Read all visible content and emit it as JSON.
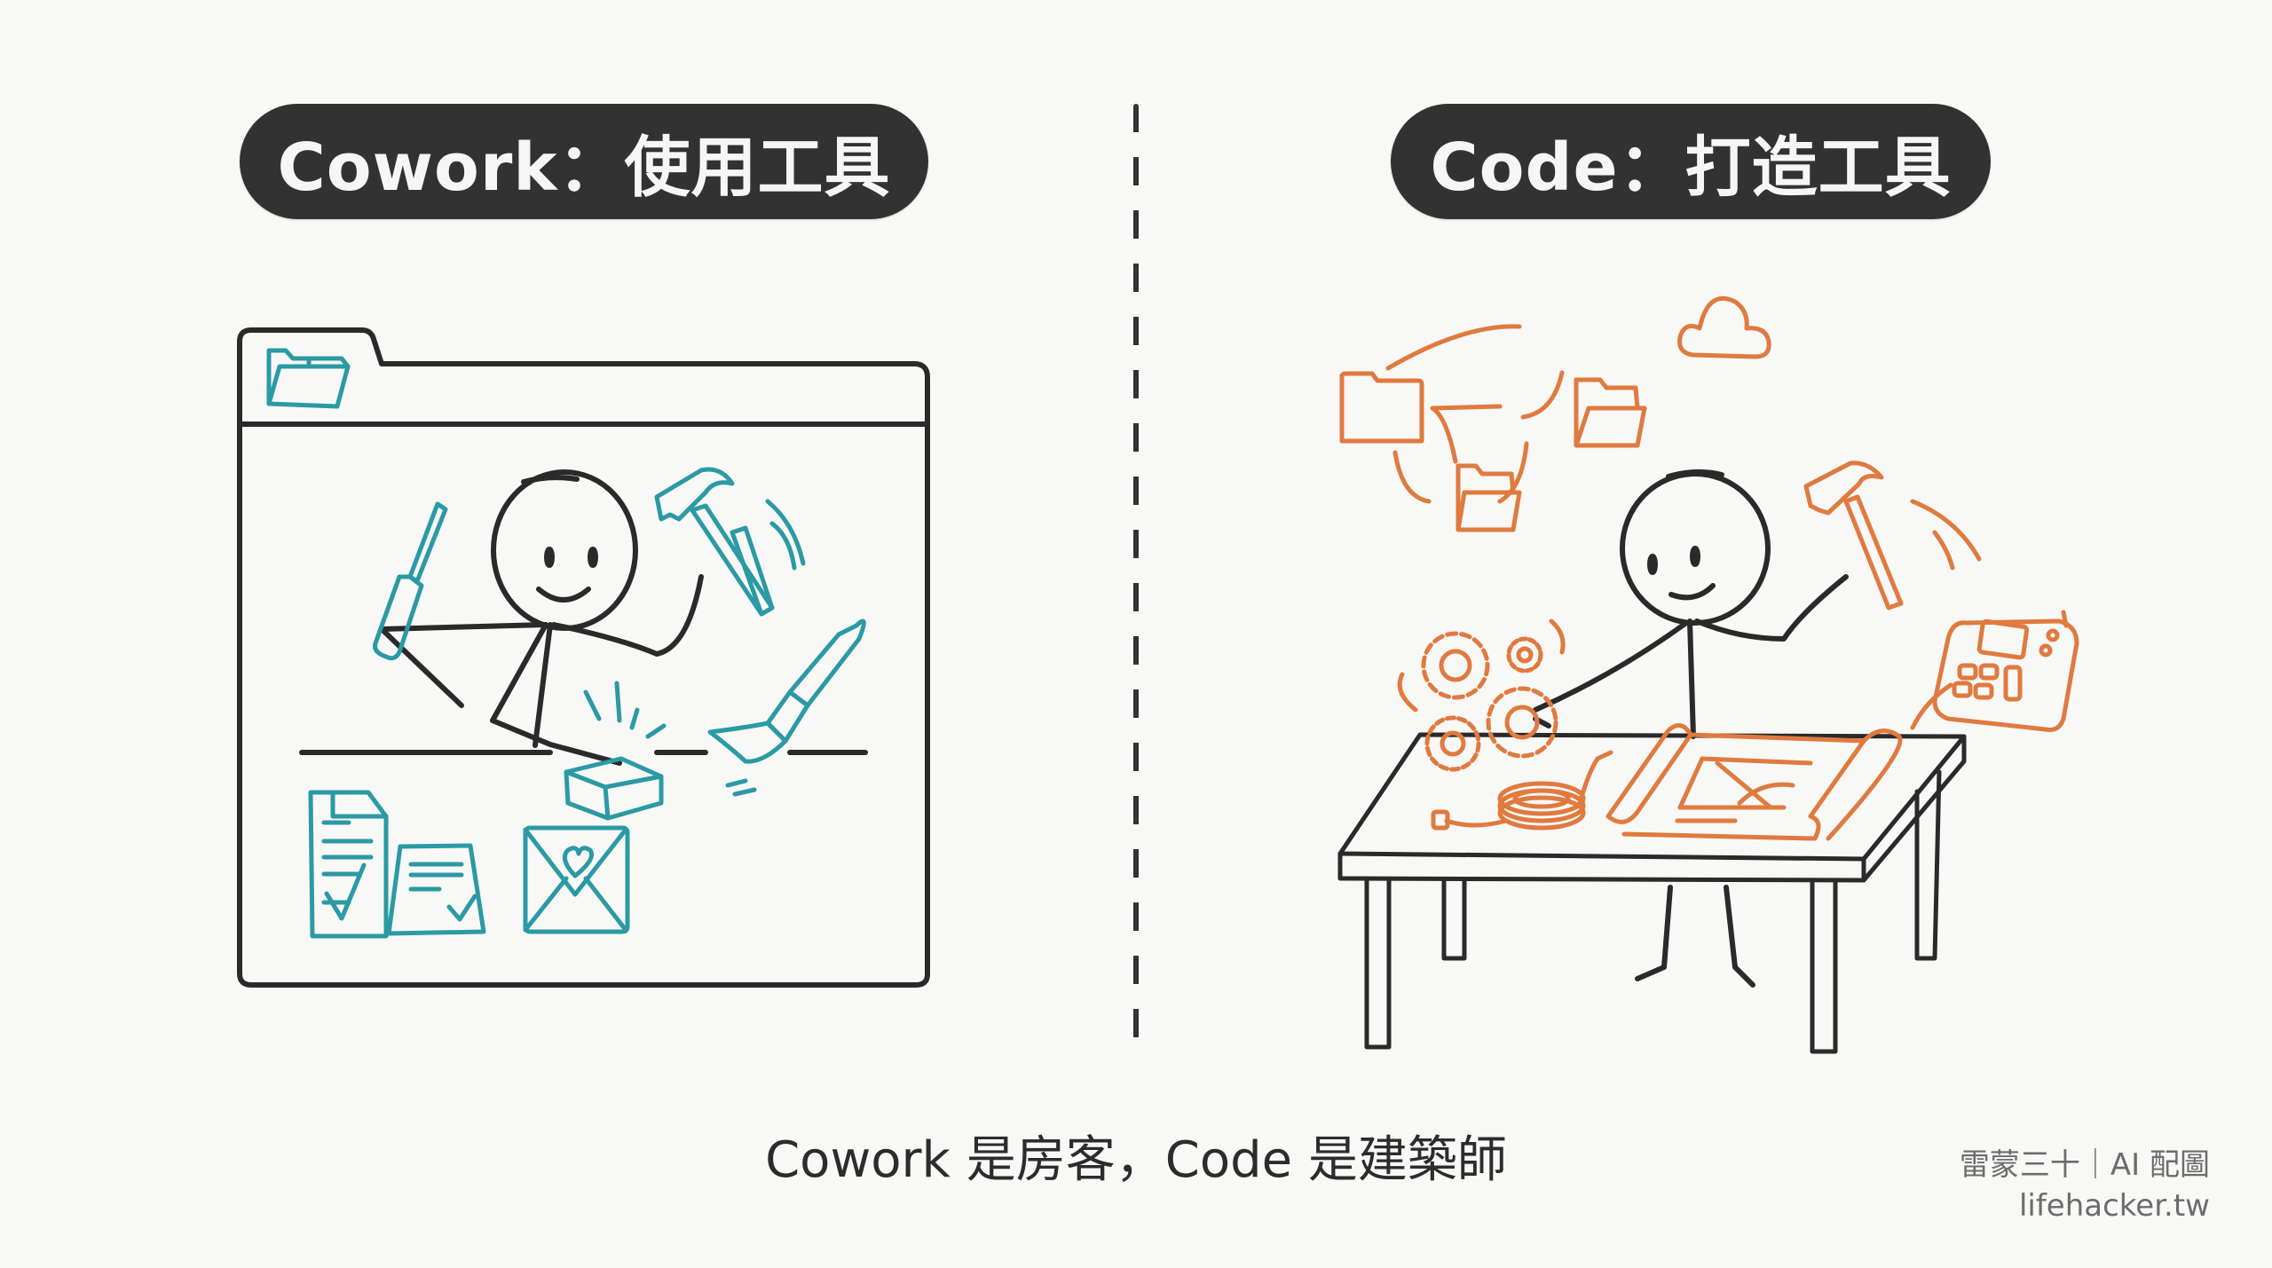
{
  "left_panel": {
    "title": "Cowork：使用工具",
    "theme_color": "#2a9aa5",
    "illustration": {
      "frame": "folder-window",
      "icons": [
        "folder-icon",
        "screwdriver-icon",
        "hammer-icon",
        "paintbrush-icon",
        "box-icon",
        "document-check-icon",
        "form-check-icon",
        "envelope-heart-icon"
      ],
      "figure": "stick-figure-smiling"
    }
  },
  "right_panel": {
    "title": "Code：打造工具",
    "theme_color": "#e07a3f",
    "illustration": {
      "icons": [
        "folder-icon",
        "folder-open-icon",
        "folder-open-icon",
        "cloud-icon",
        "hammer-icon",
        "gear-icon",
        "device-icon",
        "cable-icon",
        "blueprint-icon"
      ],
      "figure": "stick-figure-at-table"
    }
  },
  "caption": "Cowork 是房客，Code 是建築師",
  "credit": {
    "line1": "雷蒙三十｜AI 配圖",
    "line2": "lifehacker.tw"
  },
  "colors": {
    "background": "#f8f8f6",
    "pill": "#323232",
    "ink": "#2a2a2a",
    "teal": "#2a9aa5",
    "orange": "#e07a3f"
  }
}
